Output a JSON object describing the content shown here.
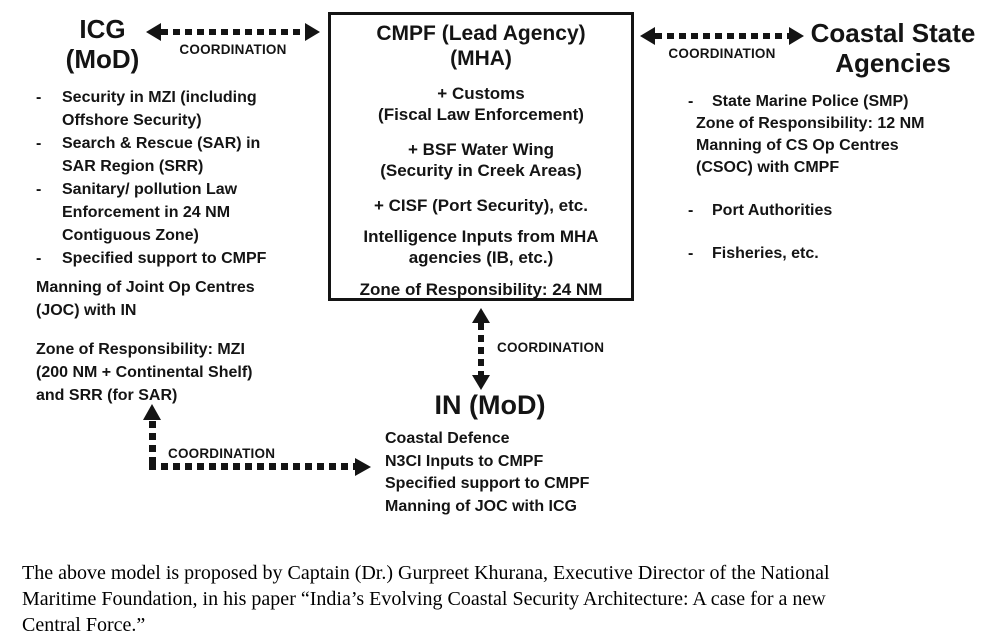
{
  "labels": {
    "coordination": "COORDINATION",
    "bullet": "-"
  },
  "icg": {
    "title": "ICG\n(MoD)",
    "items": [
      "Security in MZI (including\nOffshore Security)",
      "Search & Rescue (SAR) in\nSAR Region (SRR)",
      "Sanitary/ pollution Law\nEnforcement in 24 NM\nContiguous Zone)",
      "Specified support to CMPF"
    ],
    "note1": "Manning of Joint Op Centres\n(JOC) with IN",
    "note2": "Zone of Responsibility: MZI\n(200 NM + Continental Shelf)\nand SRR (for SAR)"
  },
  "cmpf": {
    "title": "CMPF (Lead Agency)\n(MHA)",
    "groups": [
      "+ Customs\n(Fiscal Law Enforcement)",
      "+ BSF Water Wing\n(Security in Creek Areas)",
      "+ CISF (Port Security), etc.",
      "Intelligence Inputs from MHA\nagencies (IB, etc.)",
      "Zone of Responsibility: 24 NM"
    ]
  },
  "coastal": {
    "title": "Coastal State\nAgencies",
    "item1": "State Marine Police (SMP)",
    "item1_details": "Zone of Responsibility: 12 NM\nManning of CS Op Centres\n(CSOC) with CMPF",
    "item2": "Port Authorities",
    "item3": "Fisheries, etc."
  },
  "in_mod": {
    "title": "IN (MoD)",
    "lines": "Coastal Defence\nN3CI Inputs to CMPF\nSpecified support to CMPF\nManning of JOC with ICG"
  },
  "caption": "The above model is proposed by Captain (Dr.) Gurpreet Khurana, Executive Director of the National\nMaritime Foundation, in his paper “India’s Evolving Coastal Security Architecture: A case for a new\nCentral Force.”",
  "colors": {
    "ink": "#141414",
    "background": "#ffffff"
  }
}
